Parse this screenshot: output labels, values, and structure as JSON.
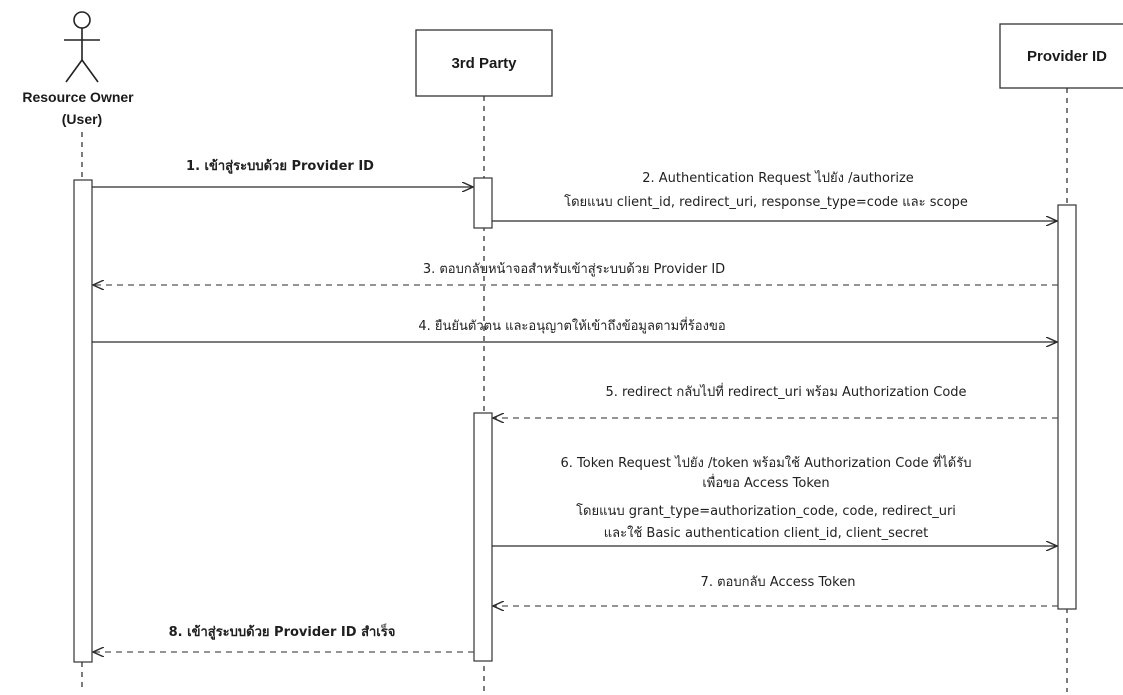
{
  "participants": {
    "user": {
      "line1": "Resource Owner",
      "line2": "(User)"
    },
    "third_party": {
      "label": "3rd Party"
    },
    "provider": {
      "label": "Provider ID"
    }
  },
  "messages": {
    "m1": "1. เข้าสู่ระบบด้วย Provider ID",
    "m2_line1": "2. Authentication Request ไปยัง /authorize",
    "m2_line2": "โดยแนบ client_id, redirect_uri, response_type=code และ scope",
    "m3": "3. ตอบกลับหน้าจอสำหรับเข้าสู่ระบบด้วย Provider ID",
    "m4": "4. ยืนยันตัวตน และอนุญาตให้เข้าถึงข้อมูลตามที่ร้องขอ",
    "m5": "5. redirect กลับไปที่ redirect_uri พร้อม Authorization Code",
    "m6_line1": "6. Token Request ไปยัง /token พร้อมใช้ Authorization Code ที่ได้รับ",
    "m6_line2": "เพื่อขอ Access Token",
    "m6_line3": "โดยแนบ grant_type=authorization_code, code, redirect_uri",
    "m6_line4": "และใช้ Basic authentication client_id, client_secret",
    "m7": "7. ตอบกลับ Access Token",
    "m8": "8. เข้าสู่ระบบด้วย Provider ID สำเร็จ"
  },
  "colors": {
    "line": "#2b2b2b",
    "dashed": "#555555",
    "activation_fill": "#ffffff"
  }
}
